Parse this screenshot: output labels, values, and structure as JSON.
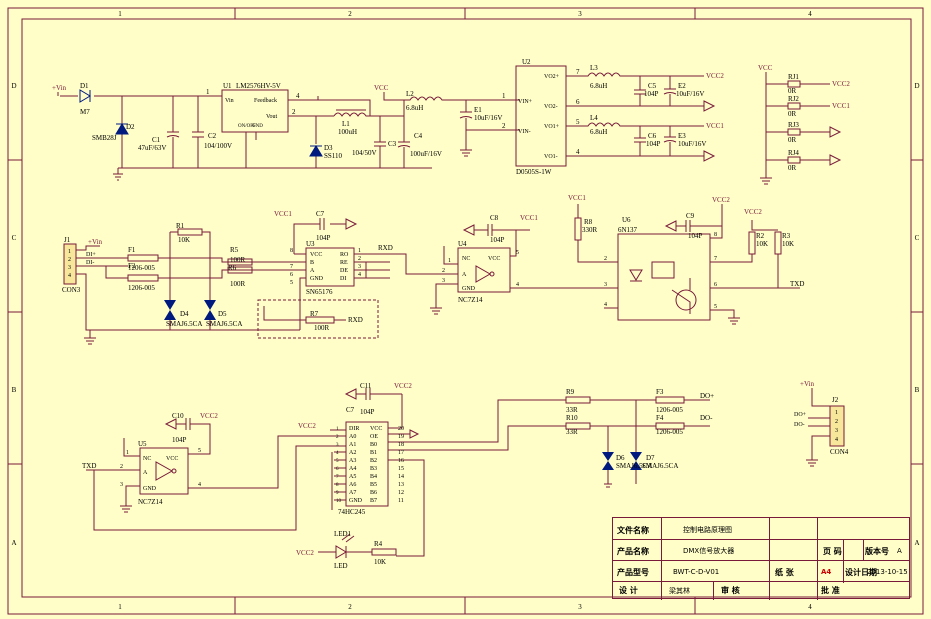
{
  "frame": {
    "cols": [
      "1",
      "2",
      "3",
      "4"
    ],
    "rows": [
      "D",
      "C",
      "B",
      "A"
    ]
  },
  "labels": {
    "vin": "+Vin",
    "vcc": "VCC",
    "vcc1": "VCC1",
    "vcc2": "VCC2",
    "rxd": "RXD",
    "txd": "TXD",
    "dplus": "DI+",
    "dminus": "DI-",
    "doplus": "DO+",
    "dominus": "DO-"
  },
  "components": {
    "d1": {
      "ref": "D1",
      "val": "M7"
    },
    "d2": {
      "ref": "D2",
      "val": "SMB28J"
    },
    "c1": {
      "ref": "C1",
      "val": "47uF/63V"
    },
    "c2": {
      "ref": "C2",
      "val": "104/100V"
    },
    "u1": {
      "ref": "U1",
      "part": "LM2576HV-5V",
      "vin": "Vin",
      "fb": "Feedback",
      "vout": "Vout",
      "gnd": "GND",
      "onoff": "ON/OFF",
      "p1": "1",
      "p4": "4",
      "p2": "2"
    },
    "l1": {
      "ref": "L1",
      "val": "100uH"
    },
    "d3": {
      "ref": "D3",
      "val": "SS110"
    },
    "c3": {
      "ref": "C3",
      "val": "104/50V"
    },
    "c4": {
      "ref": "C4",
      "val": "100uF/16V"
    },
    "l2": {
      "ref": "L2",
      "val": "6.8uH"
    },
    "e1": {
      "ref": "E1",
      "val": "10uF/16V"
    },
    "u2": {
      "ref": "U2",
      "part": "D0505S-1W",
      "vinp": "VIN+",
      "vinn": "VIN-",
      "vo2p": "VO2+",
      "vo2n": "VO2-",
      "vo1p": "VO1+",
      "vo1n": "VO1-",
      "p1": "1",
      "p2": "2",
      "p7": "7",
      "p6": "6",
      "p5": "5",
      "p4": "4"
    },
    "l3": {
      "ref": "L3",
      "val": "6.8uH"
    },
    "l4": {
      "ref": "L4",
      "val": "6.8uH"
    },
    "c5": {
      "ref": "C5",
      "val": "104P"
    },
    "c6": {
      "ref": "C6",
      "val": "104P"
    },
    "e2": {
      "ref": "E2",
      "val": "10uF/16V"
    },
    "e3": {
      "ref": "E3",
      "val": "10uF/16V"
    },
    "rj1": {
      "ref": "RJ1",
      "val": "0R"
    },
    "rj2": {
      "ref": "RJ2",
      "val": "0R"
    },
    "rj3": {
      "ref": "RJ3",
      "val": "0R"
    },
    "rj4": {
      "ref": "RJ4",
      "val": "0R"
    },
    "j1": {
      "ref": "J1",
      "val": "CON3",
      "pins": [
        "1",
        "2",
        "3",
        "4"
      ]
    },
    "f1": {
      "ref": "F1",
      "val": "1206-005"
    },
    "f2": {
      "ref": "F2",
      "val": "1206-005"
    },
    "r1": {
      "ref": "R1",
      "val": "10K"
    },
    "r5": {
      "ref": "R5",
      "val": "100R"
    },
    "r6": {
      "ref": "R6",
      "val": "100R"
    },
    "d4": {
      "ref": "D4",
      "val": "SMAJ6.5CA"
    },
    "d5": {
      "ref": "D5",
      "val": "SMAJ6.5CA"
    },
    "c7": {
      "ref": "C7",
      "val": "104P"
    },
    "u3": {
      "ref": "U3",
      "part": "SN65176",
      "vcc": "VCC",
      "b": "B",
      "a": "A",
      "gnd": "GND",
      "ro": "RO",
      "re": "RE",
      "de": "DE",
      "di": "DI",
      "p8": "8",
      "p7": "7",
      "p6": "6",
      "p5": "5",
      "p1": "1",
      "p2": "2",
      "p3": "3",
      "p4": "4"
    },
    "r7": {
      "ref": "R7",
      "val": "100R"
    },
    "c8": {
      "ref": "C8",
      "val": "104P"
    },
    "u4": {
      "ref": "U4",
      "part": "NC7Z14",
      "nc": "NC",
      "a": "A",
      "gnd": "GND",
      "vcc": "VCC",
      "p1": "1",
      "p2": "2",
      "p3": "3",
      "p4": "4",
      "p5": "5"
    },
    "r8": {
      "ref": "R8",
      "val": "330R"
    },
    "u6": {
      "ref": "U6",
      "part": "6N137",
      "p2": "2",
      "p3": "3",
      "p4": "4",
      "p5": "5",
      "p6": "6",
      "p7": "7",
      "p8": "8"
    },
    "c9": {
      "ref": "C9",
      "val": "104P"
    },
    "r2": {
      "ref": "R2",
      "val": "10K"
    },
    "r3": {
      "ref": "R3",
      "val": "10K"
    },
    "c10": {
      "ref": "C10",
      "val": "104P"
    },
    "u5": {
      "ref": "U5",
      "part": "NC7Z14",
      "nc": "NC",
      "a": "A",
      "gnd": "GND",
      "vcc": "VCC",
      "p1": "1",
      "p2": "2",
      "p3": "3",
      "p4": "4",
      "p5": "5"
    },
    "c11": {
      "ref": "C11",
      "val": "104P"
    },
    "c7b": {
      "ref": "C7"
    },
    "u7": {
      "part": "74HC245",
      "left": [
        "DIR",
        "A0",
        "A1",
        "A2",
        "A3",
        "A4",
        "A5",
        "A6",
        "A7",
        "GND"
      ],
      "right": [
        "VCC",
        "OE",
        "B0",
        "B1",
        "B2",
        "B3",
        "B4",
        "B5",
        "B6",
        "B7"
      ],
      "lpins": [
        "1",
        "2",
        "3",
        "4",
        "5",
        "6",
        "7",
        "8",
        "9",
        "10"
      ],
      "rpins": [
        "20",
        "19",
        "18",
        "17",
        "16",
        "15",
        "14",
        "13",
        "12",
        "11"
      ]
    },
    "r9": {
      "ref": "R9",
      "val": "33R"
    },
    "r10": {
      "ref": "R10",
      "val": "33R"
    },
    "f3": {
      "ref": "F3",
      "val": "1206-005"
    },
    "f4": {
      "ref": "F4",
      "val": "1206-005"
    },
    "d6": {
      "ref": "D6",
      "val": "SMAJ6.5CA"
    },
    "d7": {
      "ref": "D7",
      "val": "SMAJ6.5CA"
    },
    "j2": {
      "ref": "J2",
      "val": "CON4",
      "pins": [
        "1",
        "2",
        "3",
        "4"
      ]
    },
    "led1": {
      "ref": "LED1",
      "val": "LED"
    },
    "r4": {
      "ref": "R4",
      "val": "10K"
    }
  },
  "titleblock": {
    "file_name_label": "文件名称",
    "file_name": "控制电路原理图",
    "product_name_label": "产品名称",
    "product_name": "DMX信号放大器",
    "page_label": "页   码",
    "version_label": "版本号",
    "version": "A",
    "model_label": "产品型号",
    "model": "BWT-C-D-V01",
    "paper_label": "纸   张",
    "paper": "A4",
    "date_label": "设计日期",
    "date": "2013-10-15",
    "design_label": "设   计",
    "designer": "梁其林",
    "review_label": "审   核",
    "approve_label": "批   准"
  }
}
